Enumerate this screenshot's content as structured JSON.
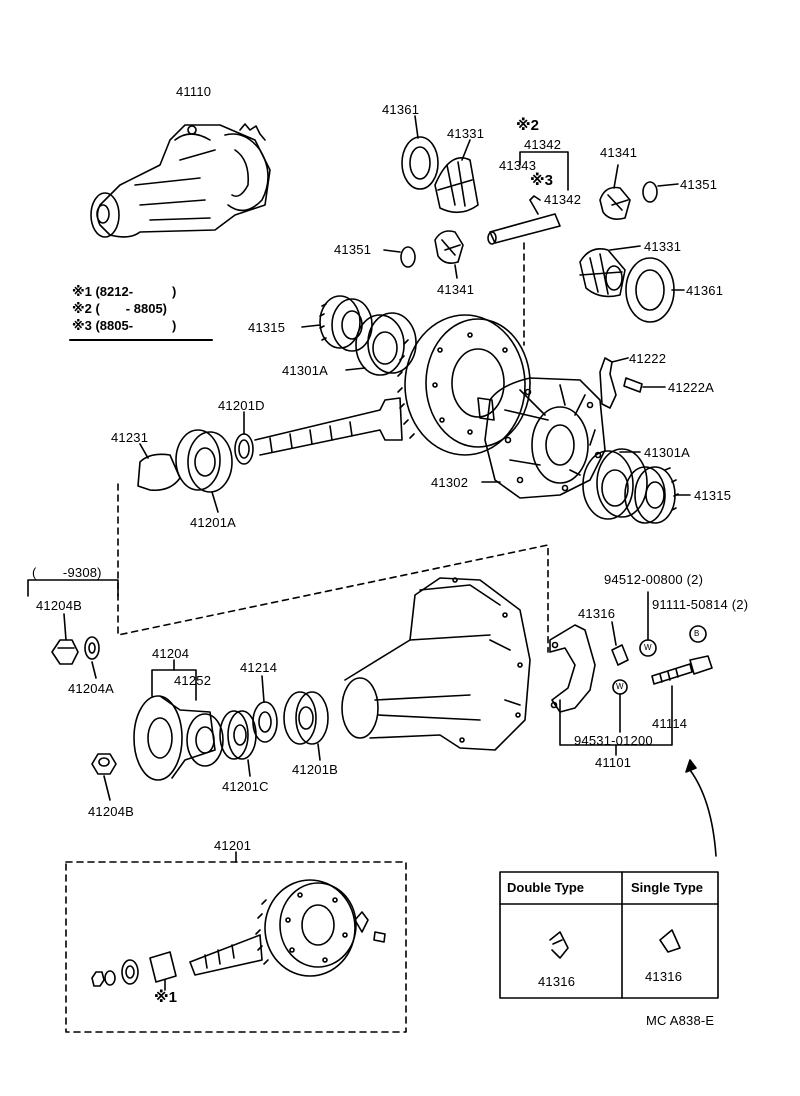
{
  "diagram": {
    "parts": {
      "p41110": "41110",
      "p41361_top": "41361",
      "p41331_top": "41331",
      "p41342_top": "41342",
      "p41343": "41343",
      "p41342_mid": "41342",
      "p41341_top": "41341",
      "p41351_top": "41351",
      "p41351_mid": "41351",
      "p41341_mid": "41341",
      "p41331_mid": "41331",
      "p41361_mid": "41361",
      "p41315_left": "41315",
      "p41301A_left": "41301A",
      "p41222": "41222",
      "p41222A": "41222A",
      "p41201D": "41201D",
      "p41231": "41231",
      "p41301A_right": "41301A",
      "p41302": "41302",
      "p41315_right": "41315",
      "p41201A": "41201A",
      "p9308": "(　　-9308)",
      "p41204B_top": "41204B",
      "p41204A": "41204A",
      "p94512": "94512-00800 (2)",
      "p41316_main": "41316",
      "p91111": "91111-50814 (2)",
      "p41204": "41204",
      "p41214": "41214",
      "p41252": "41252",
      "p41114": "41114",
      "p94531": "94531-01200",
      "p41201C": "41201C",
      "p41201B": "41201B",
      "p41101": "41101",
      "p41204B_bot": "41204B",
      "p41201": "41201",
      "p41316_double": "41316",
      "p41316_single": "41316",
      "footer": "MC  A838-E"
    },
    "notes": {
      "n1": "※1 (8212-　　　)",
      "n2": "※2 (　　- 8805)",
      "n3": "※3 (8805-　　　)",
      "mark2": "※2",
      "mark3": "※3",
      "mark1": "※1"
    },
    "washer_marks": {
      "w": "W",
      "b": "B"
    },
    "types_box": {
      "double": "Double Type",
      "single": "Single Type"
    }
  }
}
